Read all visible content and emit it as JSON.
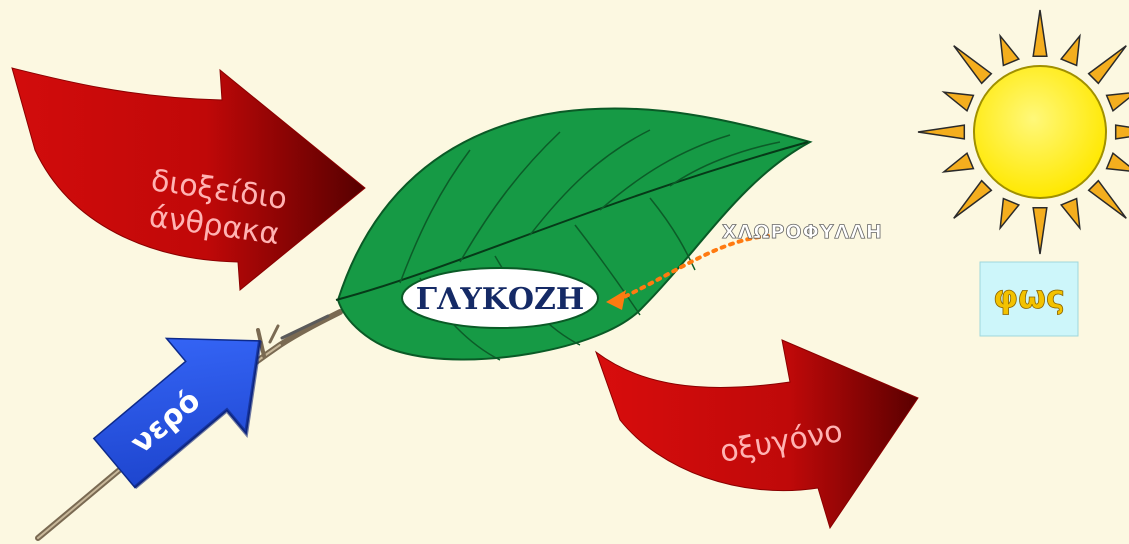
{
  "labels": {
    "carbon_dioxide_line1": "διοξείδιο",
    "carbon_dioxide_line2": "άνθρακα",
    "water": "νερό",
    "glucose": "ΓΛΥΚΟΖΗ",
    "chlorophyll": "ΧΛΩΡΟΦΥΛΛΗ",
    "oxygen": "οξυγόνο",
    "light": "φως"
  },
  "colors": {
    "background": "#fcf8e1",
    "red_arrow": "#c90c0c",
    "red_arrow_dark": "#5a0000",
    "blue_arrow": "#2456ea",
    "leaf": "#169a45",
    "sun_body": "#fff21a",
    "sun_rays": "#f4ae1e",
    "light_box": "#cdf6fa",
    "chlorophyll_arrow": "#ff7a10"
  },
  "icons": {
    "sun": "sun-icon",
    "leaf": "leaf-icon"
  }
}
